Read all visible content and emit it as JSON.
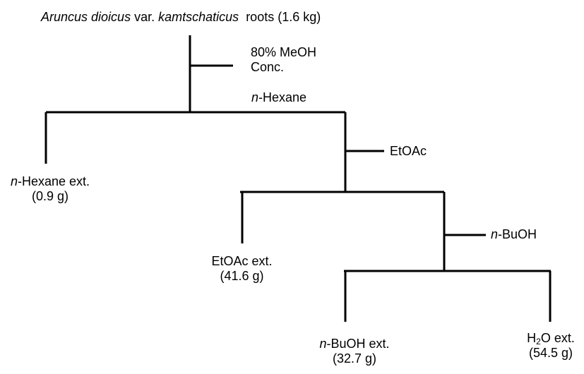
{
  "source": {
    "genus_species": "Aruncus dioicus",
    "var": "var.",
    "variety": "kamtschaticus",
    "rest": "roots (1.6  kg)"
  },
  "step1": {
    "solvent": "80% MeOH",
    "action": "Conc."
  },
  "step2": {
    "prefix": "n",
    "solvent": "-Hexane"
  },
  "step3": {
    "solvent": "EtOAc"
  },
  "step4": {
    "prefix": "n",
    "solvent": "-BuOH"
  },
  "extracts": {
    "hexane": {
      "prefix": "n",
      "name": "-Hexane ext.",
      "mass": "(0.9 g)"
    },
    "etoac": {
      "name": "EtOAc ext.",
      "mass": "(41.6 g)"
    },
    "buoh": {
      "prefix": "n",
      "name": "-BuOH ext.",
      "mass": "(32.7 g)"
    },
    "water": {
      "h": "H",
      "sub": "2",
      "name": "O ext.",
      "mass": "(54.5 g)"
    }
  },
  "colors": {
    "line": "#000000",
    "text": "#000000"
  }
}
